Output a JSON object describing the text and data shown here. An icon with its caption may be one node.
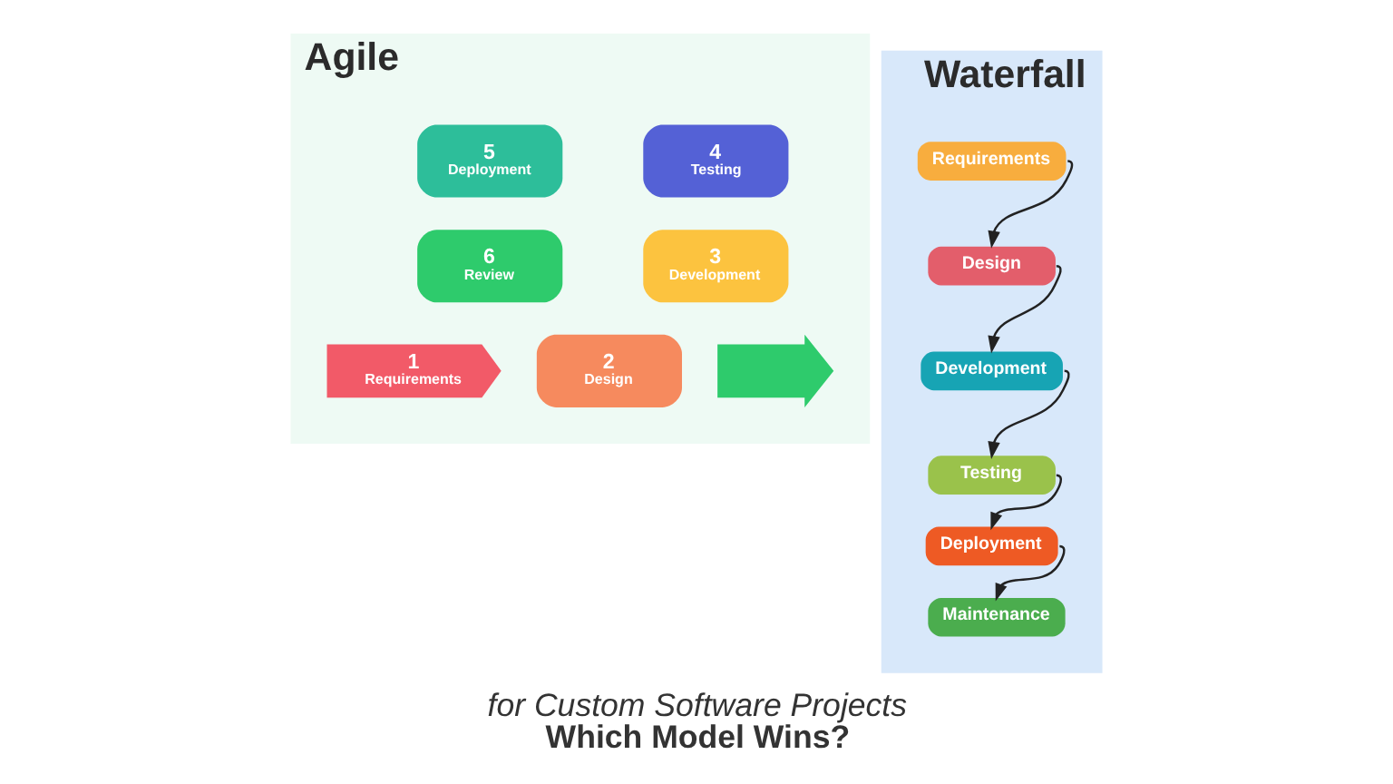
{
  "diagram": {
    "title": "*for Custom Software Projects* **Which Model Wins?**",
    "nodes": [
      {
        "text": [
          "Agile"
        ]
      },
      {
        "text": [
          "1",
          "Requirements"
        ],
        "in": 0
      },
      {
        "text": [
          "2",
          "Design"
        ],
        "in": 0
      },
      {
        "text": [
          "3",
          "Development"
        ],
        "in": 0
      },
      {
        "text": [
          "4",
          "Testing"
        ],
        "in": 0
      },
      {
        "text": [
          "5",
          "Deployment"
        ],
        "in": 0
      },
      {
        "text": [
          "6",
          "Review"
        ],
        "in": 0
      },
      {
        "text": [],
        "shape": "arrow",
        "in": 0
      },
      {
        "text": [
          "Waterfall"
        ]
      },
      {
        "text": [
          "Requirements"
        ],
        "in": 8
      },
      {
        "text": [
          "Design"
        ],
        "in": 8
      },
      {
        "text": [
          "Development"
        ],
        "in": 8
      },
      {
        "text": [
          "Testing"
        ],
        "in": 8
      },
      {
        "text": [
          "Deployment"
        ],
        "in": 8
      },
      {
        "text": [
          "Maintenance"
        ],
        "in": 8
      }
    ],
    "edges": [
      {
        "from": 9,
        "to": 10,
        "arrow": "to"
      },
      {
        "from": 10,
        "to": 11,
        "arrow": "to"
      },
      {
        "from": 11,
        "to": 12,
        "arrow": "to"
      },
      {
        "from": 12,
        "to": 13,
        "arrow": "to"
      },
      {
        "from": 13,
        "to": 14,
        "arrow": "to"
      }
    ]
  }
}
